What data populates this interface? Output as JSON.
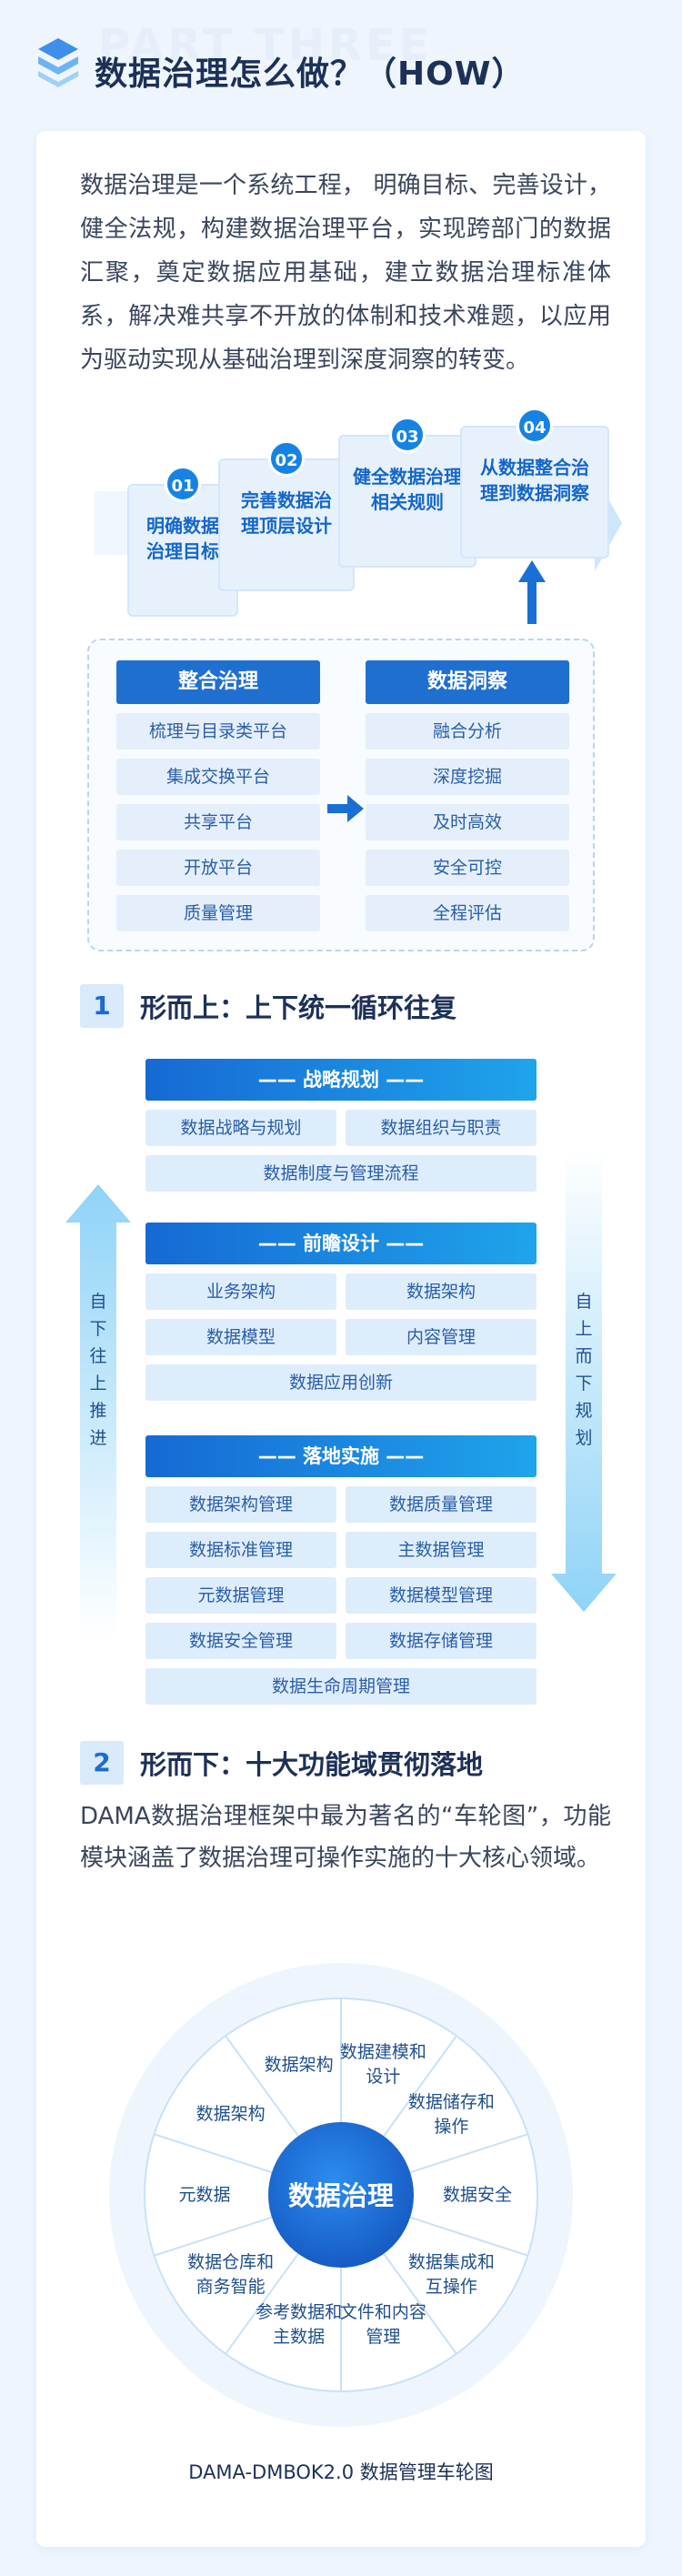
{
  "header": {
    "bg_word": "PART THREE",
    "title": "数据治理怎么做？（HOW）"
  },
  "intro": "数据治理是一个系统工程， 明确目标、完善设计，健全法规，构建数据治理平台，实现跨部门的数据汇聚，奠定数据应用基础，建立数据治理标准体系，解决难共享不开放的体制和技术难题，以应用为驱动实现从基础治理到深度洞察的转变。",
  "steps": [
    {
      "num": "01",
      "label": "明确数据治理目标"
    },
    {
      "num": "02",
      "label": "完善数据治理顶层设计"
    },
    {
      "num": "03",
      "label": "健全数据治理相关规则"
    },
    {
      "num": "04",
      "label": "从数据整合治理到数据洞察"
    }
  ],
  "governance": {
    "left_title": "整合治理",
    "left_items": [
      "梳理与目录类平台",
      "集成交换平台",
      "共享平台",
      "开放平台",
      "质量管理"
    ],
    "right_title": "数据洞察",
    "right_items": [
      "融合分析",
      "深度挖掘",
      "及时高效",
      "安全可控",
      "全程评估"
    ]
  },
  "section1": {
    "num": "1",
    "title": "形而上：上下统一循环往复",
    "left_arrow_text": "自下往上推进",
    "right_arrow_text": "自上而下规划",
    "tiers": [
      {
        "title": "—— 战略规划 ——",
        "cells": [
          "数据战略与规划",
          "数据组织与职责",
          "数据制度与管理流程"
        ]
      },
      {
        "title": "—— 前瞻设计 ——",
        "cells": [
          "业务架构",
          "数据架构",
          "数据模型",
          "内容管理",
          "数据应用创新"
        ]
      },
      {
        "title": "—— 落地实施 ——",
        "cells": [
          "数据架构管理",
          "数据质量管理",
          "数据标准管理",
          "主数据管理",
          "元数据管理",
          "数据模型管理",
          "数据安全管理",
          "数据存储管理",
          "数据生命周期管理"
        ]
      }
    ]
  },
  "section2": {
    "num": "2",
    "title": "形而下：十大功能域贯彻落地",
    "paragraph": "DAMA数据治理框架中最为著名的“车轮图”，功能模块涵盖了数据治理可操作实施的十大核心领域。"
  },
  "wheel": {
    "center": "数据治理",
    "segments": [
      "数据建模和设计",
      "数据储存和操作",
      "数据安全",
      "数据集成和互操作",
      "文件和内容管理",
      "参考数据和主数据",
      "数据仓库和商务智能",
      "元数据",
      "数据架构",
      "数据架构"
    ],
    "caption": "DAMA-DMBOK2.0 数据管理车轮图"
  },
  "colors": {
    "primary": "#1f6fd1",
    "accent": "#1683e4",
    "light": "#e4effb",
    "arrow": "#8fd3f7",
    "background": "#eef5fd"
  }
}
